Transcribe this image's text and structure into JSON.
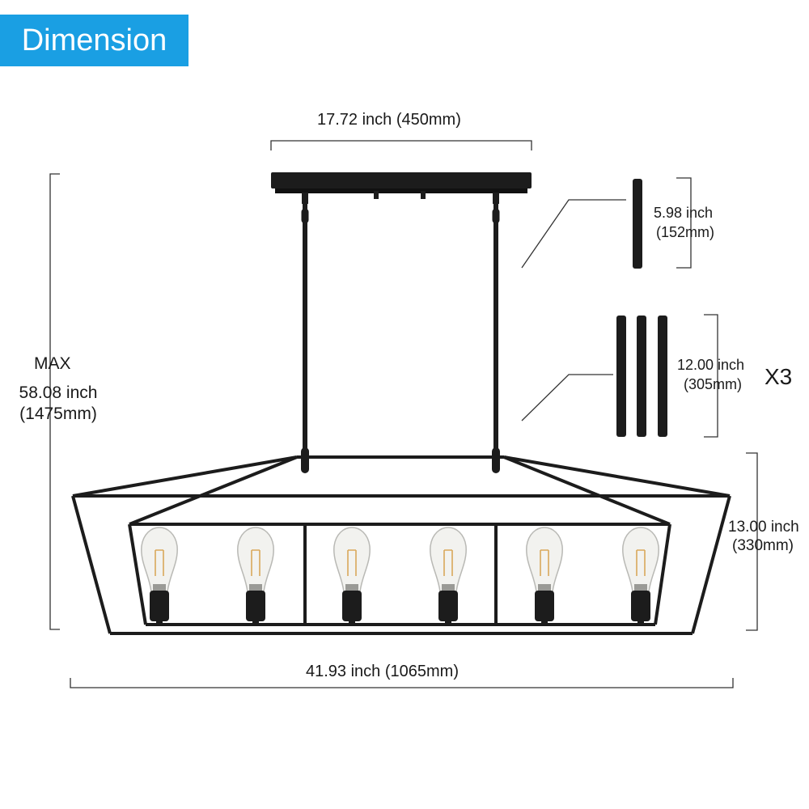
{
  "badge": {
    "title": "Dimension"
  },
  "dimensions": {
    "canopy_width": "17.72 inch (450mm)",
    "max_label": "MAX",
    "max_height_inch": "58.08 inch",
    "max_height_mm": "(1475mm)",
    "short_rod_inch": "5.98 inch",
    "short_rod_mm": "(152mm)",
    "long_rod_inch": "12.00 inch",
    "long_rod_mm": "(305mm)",
    "long_rod_qty": "X3",
    "cage_height_inch": "13.00 inch",
    "cage_height_mm": "(330mm)",
    "overall_width": "41.93 inch (1065mm)"
  },
  "product": {
    "bulb_count": 6
  },
  "colors": {
    "badge": "#1a9fe3",
    "fixture": "#1c1c1c",
    "dimension_line": "#333333"
  }
}
